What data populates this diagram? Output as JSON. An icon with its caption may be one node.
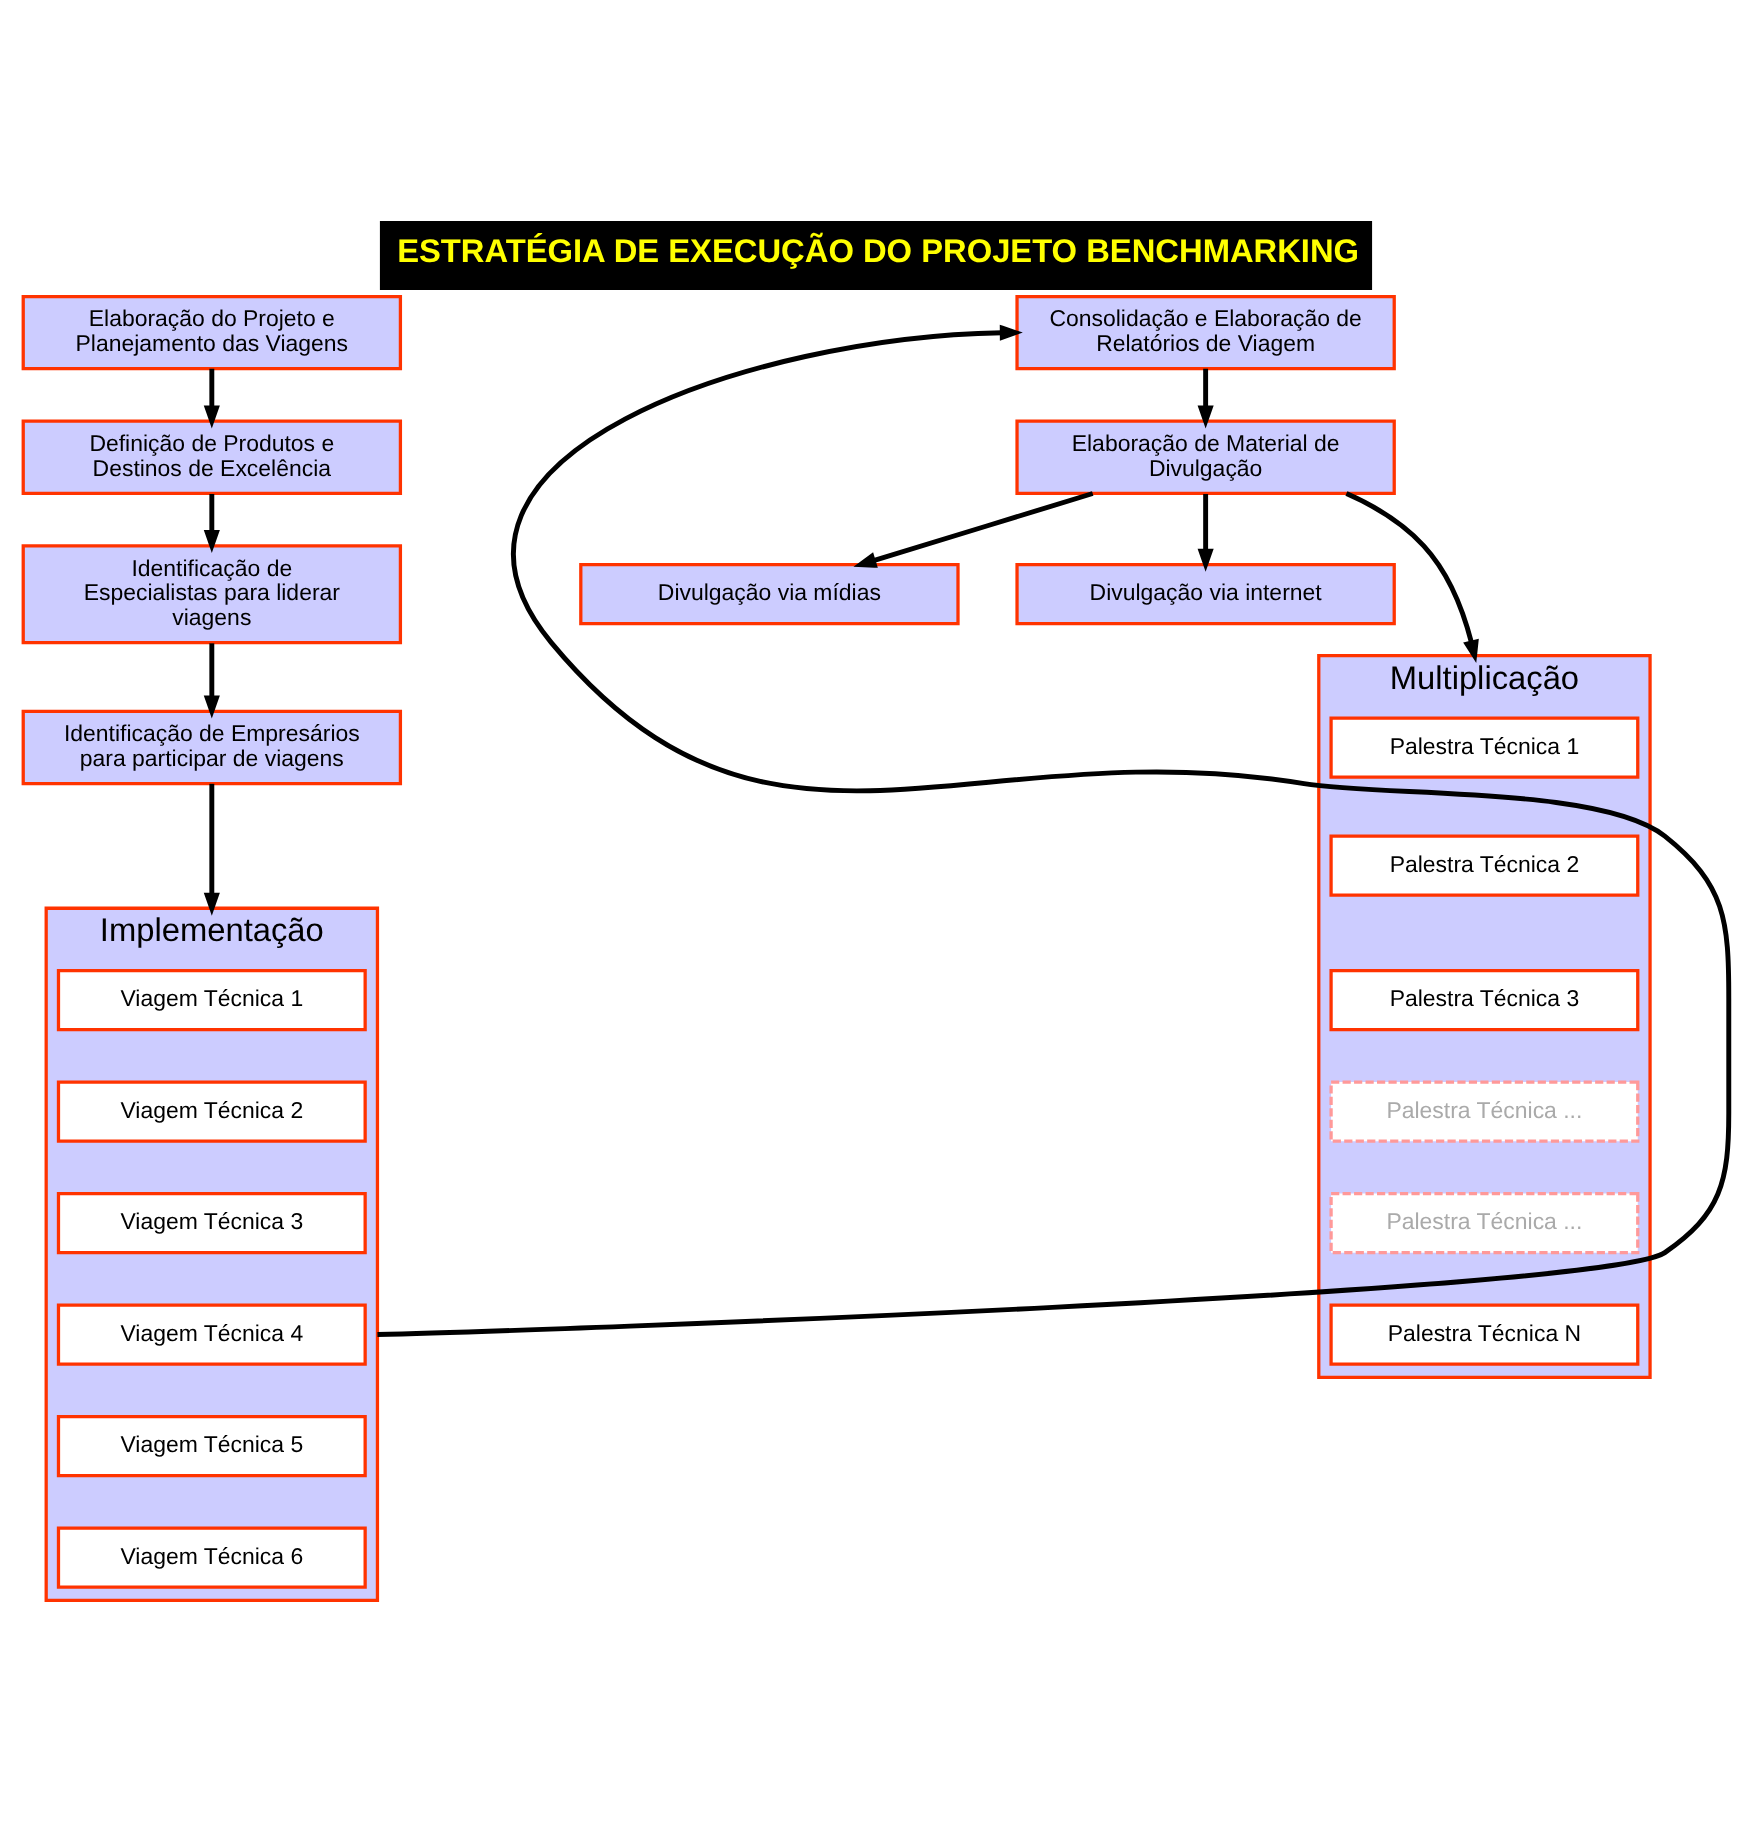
{
  "diagram": {
    "title": "ESTRATÉGIA DE EXECUÇÃO DO PROJETO BENCHMARKING",
    "nodes": [
      {
        "text": [
          "Elaboração do Projeto e Planejamento das Viagens"
        ]
      },
      {
        "text": [
          "Definição de Produtos e Destinos de Excelência"
        ]
      },
      {
        "text": [
          "Identificação de Especialistas para liderar viagens"
        ]
      },
      {
        "text": [
          "Identificação de Empresários para participar de viagens"
        ]
      },
      {
        "text": [
          "Implementação"
        ]
      },
      {
        "text": [
          "Viagem Técnica 1"
        ],
        "in": 4
      },
      {
        "text": [
          "Viagem Técnica 2"
        ],
        "in": 4
      },
      {
        "text": [
          "Viagem Técnica 3"
        ],
        "in": 4
      },
      {
        "text": [
          "Viagem Técnica 4"
        ],
        "in": 4
      },
      {
        "text": [
          "Viagem Técnica 5"
        ],
        "in": 4
      },
      {
        "text": [
          "Viagem Técnica 6"
        ],
        "in": 4
      },
      {
        "text": [
          "Consolidação e Elaboração de Relatórios de Viagem"
        ]
      },
      {
        "text": [
          "Elaboração de Material de Divulgação"
        ]
      },
      {
        "text": [
          "Divulgação via mídias"
        ]
      },
      {
        "text": [
          "Divulgação via internet"
        ]
      },
      {
        "text": [
          "Multiplicação"
        ]
      },
      {
        "text": [
          "Palestra Técnica 1"
        ],
        "in": 15
      },
      {
        "text": [
          "Palestra Técnica 2"
        ],
        "in": 15
      },
      {
        "text": [
          "Palestra Técnica 3"
        ],
        "in": 15
      },
      {
        "text": [
          "Palestra Técnica ..."
        ],
        "in": 15
      },
      {
        "text": [
          "Palestra Técnica ..."
        ],
        "in": 15
      },
      {
        "text": [
          "Palestra Técnica N"
        ],
        "in": 15
      }
    ],
    "edges": [
      {
        "from": 0,
        "to": 1,
        "arrow": "to"
      },
      {
        "from": 1,
        "to": 2,
        "arrow": "to"
      },
      {
        "from": 2,
        "to": 3,
        "arrow": "to"
      },
      {
        "from": 3,
        "to": 4,
        "arrow": "to"
      },
      {
        "from": 4,
        "to": 11,
        "arrow": "to"
      },
      {
        "from": 11,
        "to": 12,
        "arrow": "to"
      },
      {
        "from": 12,
        "to": 13,
        "arrow": "to"
      },
      {
        "from": 12,
        "to": 14,
        "arrow": "to"
      },
      {
        "from": 12,
        "to": 15,
        "arrow": "to"
      }
    ]
  }
}
